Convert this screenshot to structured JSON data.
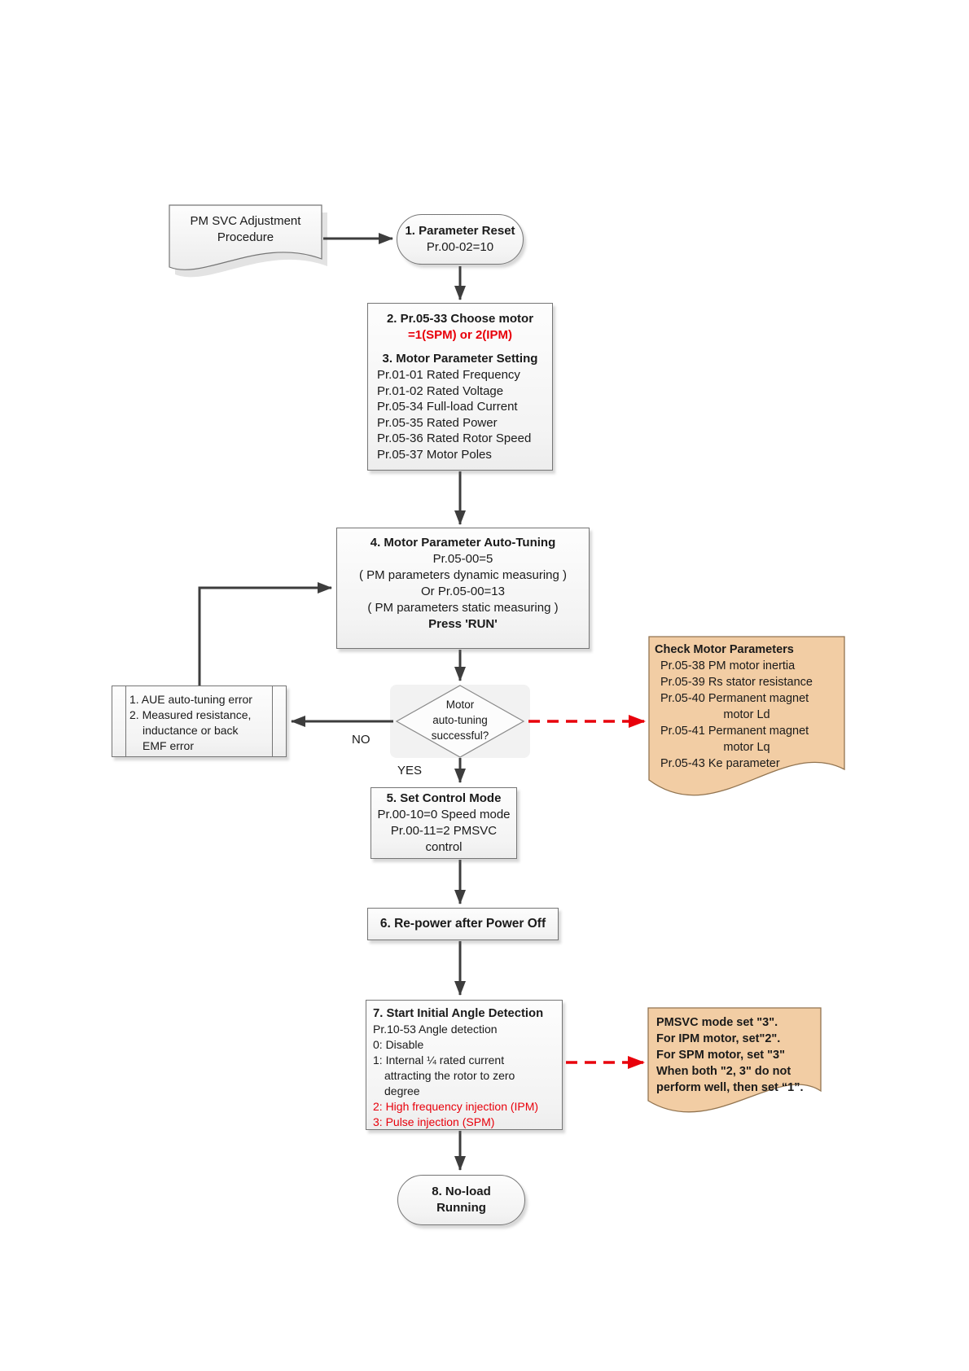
{
  "colors": {
    "accent_red": "#e8000b",
    "note_fill": "#f2cda4",
    "note_border": "#927450",
    "arrow": "#3d3d3d",
    "node_border": "#757575"
  },
  "nodes": {
    "start_doc": {
      "line1": "PM SVC Adjustment",
      "line2": "Procedure"
    },
    "step1": {
      "line1": "1. Parameter Reset",
      "line2": "Pr.00-02=10"
    },
    "step23": {
      "title": "2. Pr.05-33 Choose motor",
      "red_line": "=1(SPM) or 2(IPM)",
      "section": "3. Motor Parameter Setting",
      "params": [
        "Pr.01-01 Rated Frequency",
        "Pr.01-02 Rated Voltage",
        "Pr.05-34 Full-load Current",
        "Pr.05-35 Rated Power",
        "Pr.05-36 Rated Rotor Speed",
        "Pr.05-37 Motor Poles"
      ]
    },
    "step4": {
      "title": "4. Motor Parameter Auto-Tuning",
      "lines": [
        "Pr.05-00=5",
        "( PM parameters dynamic measuring )",
        "Or Pr.05-00=13",
        "( PM parameters static measuring )"
      ],
      "press": "Press 'RUN'"
    },
    "decision": {
      "line1": "Motor",
      "line2": "auto-tuning",
      "line3": "successful?",
      "no": "NO",
      "yes": "YES"
    },
    "error_note": {
      "lines": [
        "1. AUE auto-tuning error",
        "2. Measured resistance,",
        "inductance or back",
        "EMF error"
      ]
    },
    "check_params": {
      "title": "Check Motor Parameters",
      "lines": [
        "Pr.05-38 PM motor inertia",
        "Pr.05-39 Rs stator resistance",
        "Pr.05-40 Permanent magnet",
        "motor Ld",
        "Pr.05-41 Permanent magnet",
        "motor Lq",
        "Pr.05-43 Ke parameter"
      ]
    },
    "step5": {
      "title": "5. Set Control Mode",
      "lines": [
        "Pr.00-10=0 Speed mode",
        "Pr.00-11=2 PMSVC control"
      ]
    },
    "step6": {
      "title": "6. Re-power after Power Off"
    },
    "step7": {
      "title": "7. Start Initial Angle Detection",
      "lines": [
        "Pr.10-53 Angle detection",
        "0: Disable",
        "1: Internal ¼ rated current",
        "attracting the rotor to zero",
        "degree",
        "2: High frequency injection (IPM)",
        "3: Pulse injection (SPM)"
      ]
    },
    "pmsvc_note": {
      "lines": [
        "PMSVC mode set \"3\".",
        "For IPM motor, set\"2\".",
        "For SPM motor, set \"3\"",
        "When both \"2, 3\" do not",
        "perform well, then set “1”."
      ]
    },
    "step8": {
      "line1": "8. No-load",
      "line2": "Running"
    }
  }
}
